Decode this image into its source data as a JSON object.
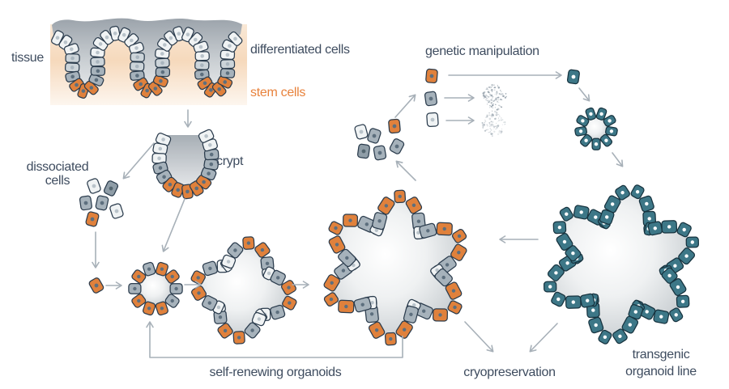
{
  "diagram": {
    "labels": {
      "tissue": "tissue",
      "differentiated_cells": "differentiated cells",
      "stem_cells": "stem cells",
      "crypt": "crypt",
      "dissociated_line1": "dissociated",
      "dissociated_line2": "cells",
      "genetic_manipulation": "genetic manipulation",
      "self_renewing": "self-renewing organoids",
      "cryopreservation": "cryopreservation",
      "transgenic_line1": "transgenic",
      "transgenic_line2": "organoid line"
    },
    "colors": {
      "label_text": "#3e4c5f",
      "orange_text": "#e8823c",
      "stem_orange": "#e0813c",
      "teal_cell": "#3d7787",
      "teal_outline": "#17333f",
      "gray_cell": "#a6b2bb",
      "mid_cell": "#ccd4d9",
      "light_cell": "#f0f3f4",
      "dark_cell": "#8f9da7",
      "cell_outline": "#2b3c4d",
      "nucleus": "#5d6f7e",
      "nucleus_light": "#b9c3ca",
      "arrow": "#a7b0b8",
      "speckle": "#8d9aa5",
      "peach": "#f6d9bc",
      "lumen_dark": "#99a1a9",
      "lumen_light": "#ebedee"
    }
  }
}
